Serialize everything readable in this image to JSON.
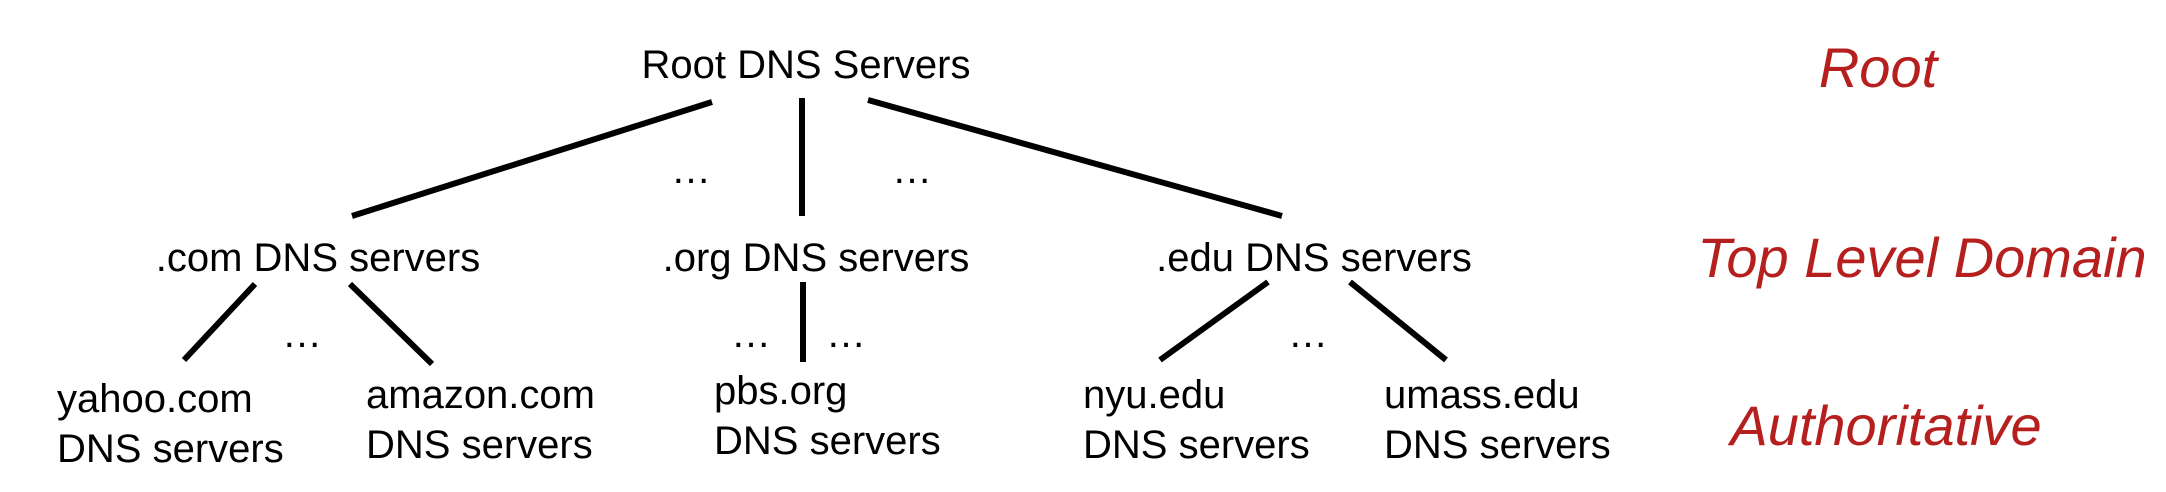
{
  "colors": {
    "line": "#000000",
    "level_label": "#b5201f"
  },
  "root": {
    "label": "Root DNS Servers"
  },
  "tld": {
    "com": ".com DNS servers",
    "org": ".org DNS servers",
    "edu": ".edu DNS servers"
  },
  "authoritative": {
    "yahoo": {
      "line1": "yahoo.com",
      "line2": "DNS servers"
    },
    "amazon": {
      "line1": "amazon.com",
      "line2": "DNS servers"
    },
    "pbs": {
      "line1": "pbs.org",
      "line2": "DNS servers"
    },
    "nyu": {
      "line1": "nyu.edu",
      "line2": "DNS servers"
    },
    "umass": {
      "line1": "umass.edu",
      "line2": "DNS servers"
    }
  },
  "ellipsis": "…",
  "levels": {
    "root": "Root",
    "tld": "Top Level Domain",
    "authoritative": "Authoritative"
  }
}
